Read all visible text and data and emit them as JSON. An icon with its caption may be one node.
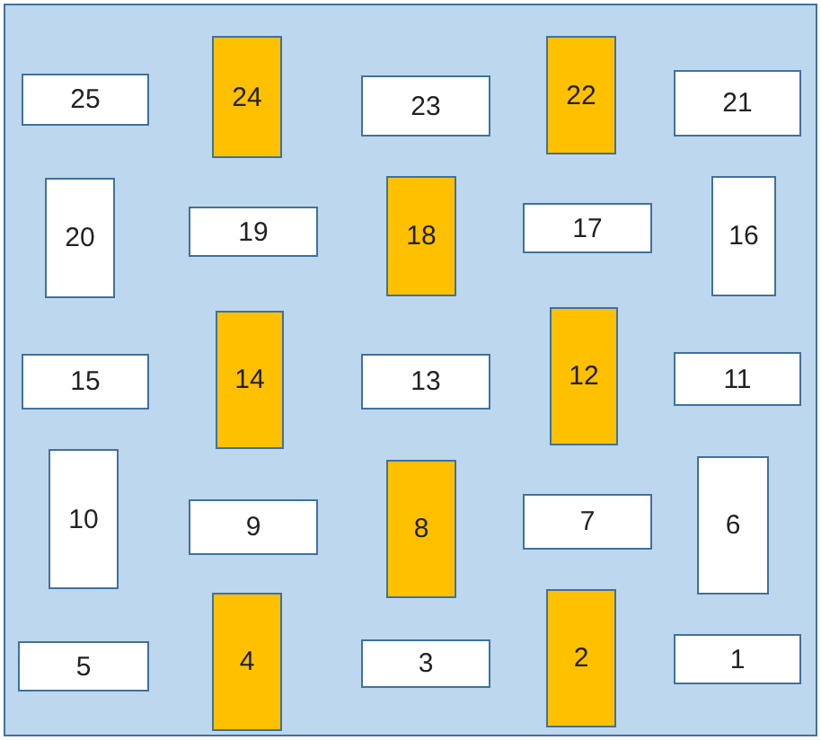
{
  "diagram": {
    "nodes": [
      {
        "text": [
          "25"
        ]
      },
      {
        "text": [
          "24"
        ]
      },
      {
        "text": [
          "23"
        ]
      },
      {
        "text": [
          "22"
        ]
      },
      {
        "text": [
          "21"
        ]
      },
      {
        "text": [
          "20"
        ]
      },
      {
        "text": [
          "19"
        ]
      },
      {
        "text": [
          "18"
        ]
      },
      {
        "text": [
          "17"
        ]
      },
      {
        "text": [
          "16"
        ]
      },
      {
        "text": [
          "15"
        ]
      },
      {
        "text": [
          "14"
        ]
      },
      {
        "text": [
          "13"
        ]
      },
      {
        "text": [
          "12"
        ]
      },
      {
        "text": [
          "11"
        ]
      },
      {
        "text": [
          "10"
        ]
      },
      {
        "text": [
          "9"
        ]
      },
      {
        "text": [
          "8"
        ]
      },
      {
        "text": [
          "7"
        ]
      },
      {
        "text": [
          "6"
        ]
      },
      {
        "text": [
          "5"
        ]
      },
      {
        "text": [
          "4"
        ]
      },
      {
        "text": [
          "3"
        ]
      },
      {
        "text": [
          "2"
        ]
      },
      {
        "text": [
          "1"
        ]
      }
    ]
  }
}
